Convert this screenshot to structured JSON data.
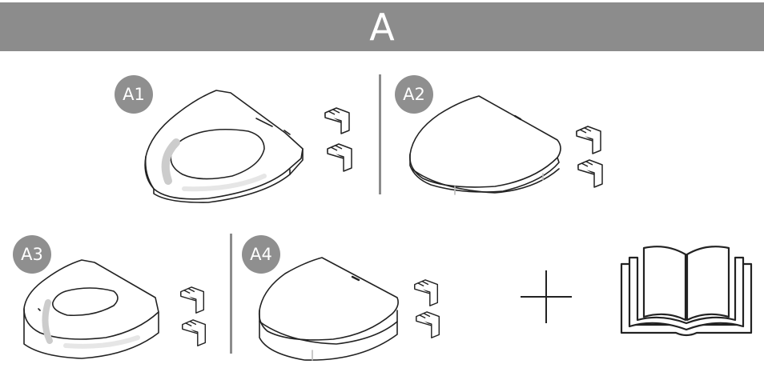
{
  "header": {
    "title": "A"
  },
  "components": [
    {
      "id": "A1",
      "label": "A1",
      "type": "raised-seat-ring"
    },
    {
      "id": "A2",
      "label": "A2",
      "type": "seat-with-lid"
    },
    {
      "id": "A3",
      "label": "A3",
      "type": "raised-seat-ring"
    },
    {
      "id": "A4",
      "label": "A4",
      "type": "seat-with-lid"
    }
  ],
  "icons": {
    "bracket": "mounting-bracket-icon",
    "plus": "plus-icon",
    "manual": "open-book-icon"
  },
  "colors": {
    "header_bg": "#8c8c8c",
    "badge_bg": "#8f8f8f",
    "line": "#222222",
    "shade": "#e6e6e6"
  }
}
